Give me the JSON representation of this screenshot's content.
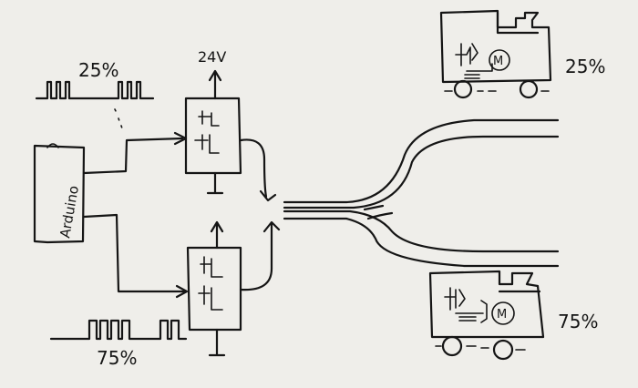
{
  "labels": {
    "arduino": "Arduino",
    "supply_voltage": "24V",
    "pwm_top_duty": "25%",
    "pwm_bottom_duty": "75%",
    "train_top_speed": "25%",
    "train_bottom_speed": "75%",
    "motor_symbol": "M"
  },
  "colors": {
    "paper": "#efeeea",
    "ink": "#151515"
  }
}
